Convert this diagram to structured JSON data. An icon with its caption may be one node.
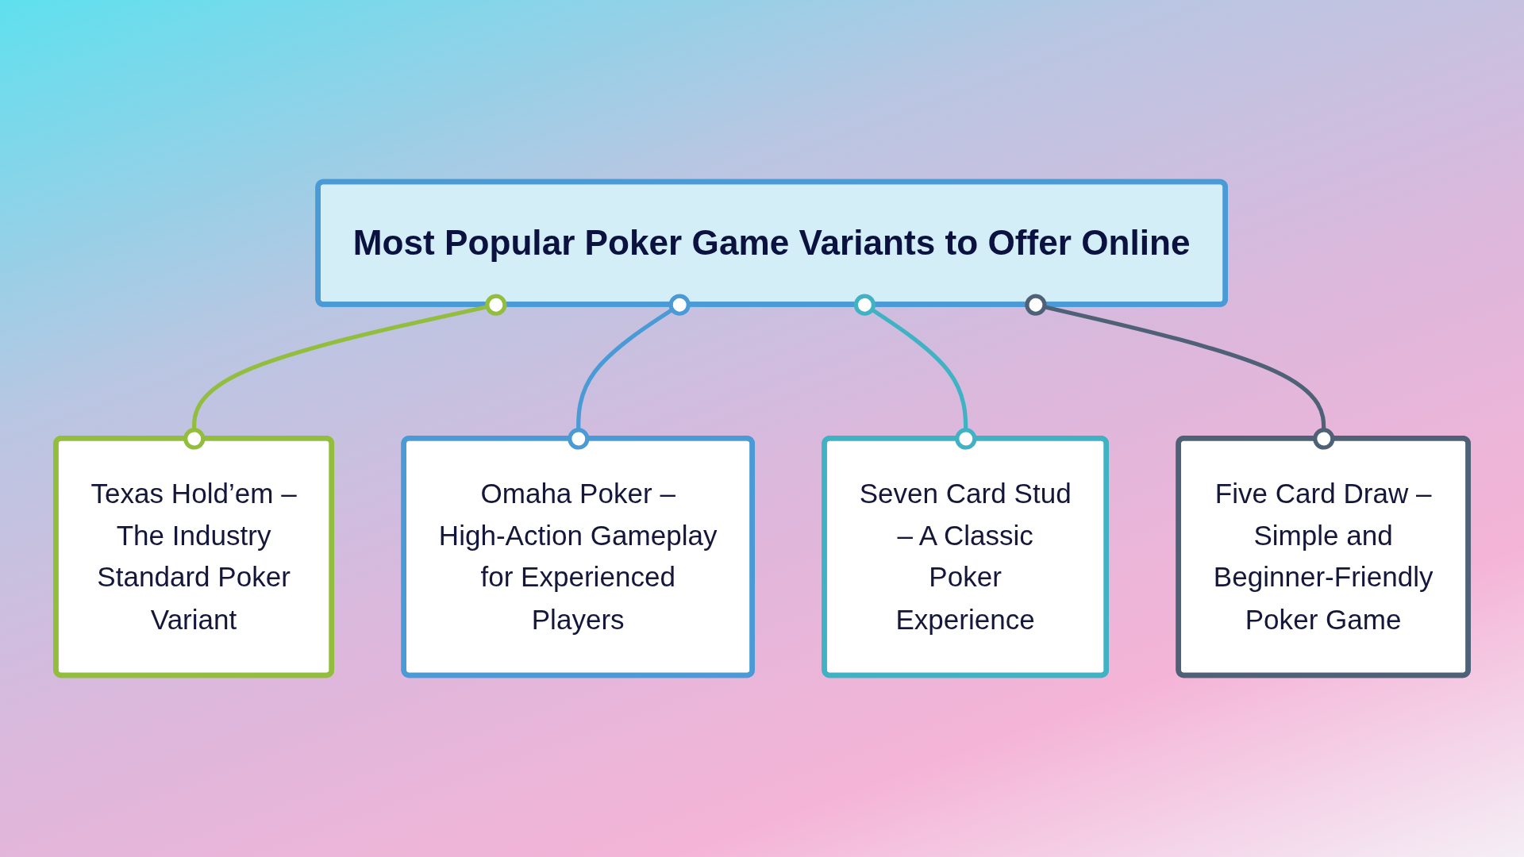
{
  "diagram": {
    "nodes": [
      {
        "text": [
          "Most Popular Poker Game Variants to Offer Online"
        ]
      },
      {
        "text": [
          "Texas Hold’em – The Industry Standard Poker Variant"
        ]
      },
      {
        "text": [
          "Omaha Poker – High-Action Gameplay for Experienced Players"
        ]
      },
      {
        "text": [
          "Seven Card Stud – A Classic Poker Experience"
        ]
      },
      {
        "text": [
          "Five Card Draw – Simple and Beginner-Friendly Poker Game"
        ]
      }
    ],
    "edges": [
      {
        "from": 0,
        "to": 1,
        "arrow": "other",
        "color": "#93bd3c"
      },
      {
        "from": 0,
        "to": 2,
        "arrow": "other",
        "color": "#4a9ad6"
      },
      {
        "from": 0,
        "to": 3,
        "arrow": "other",
        "color": "#3fb2c3"
      },
      {
        "from": 0,
        "to": 4,
        "arrow": "other",
        "color": "#4e6176"
      }
    ]
  }
}
